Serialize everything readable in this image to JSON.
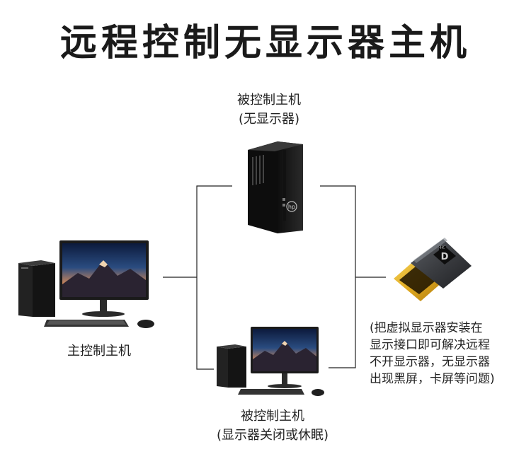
{
  "title": "远程控制无显示器主机",
  "top_host": {
    "line1": "被控制主机",
    "line2": "(无显示器)",
    "brand": "hp"
  },
  "main_host": {
    "label": "主控制主机"
  },
  "bottom_host": {
    "line1": "被控制主机",
    "line2": "(显示器关闭或休眠)"
  },
  "adapter": {
    "badge": "4K",
    "logo": "D"
  },
  "note": {
    "lines": [
      "(把虚拟显示器安装在",
      "显示接口即可解决远程",
      "不开显示器，无显示器",
      "出现黑屏，卡屏等问题)"
    ]
  },
  "colors": {
    "line": "#222222",
    "tower": "#1b1b1b",
    "gold": "#e8b923"
  }
}
